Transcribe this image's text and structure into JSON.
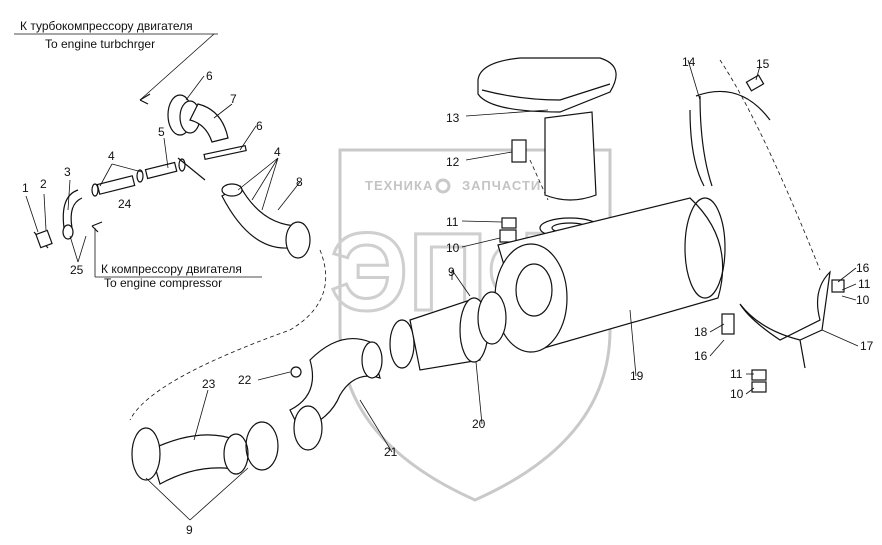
{
  "captions": {
    "turbo_ru": "К турбокомпрессору двигателя",
    "turbo_en": "To engine turbchrger",
    "comp_ru": "К компрессору двигателя",
    "comp_en": "To engine compressor"
  },
  "watermark": {
    "brand": "ТЕХНИКА",
    "brand2": "ЗАПЧАСТИ",
    "letters": "ЭПФ"
  },
  "callouts": [
    "1",
    "2",
    "3",
    "4",
    "5",
    "6",
    "7",
    "6",
    "4",
    "8",
    "24",
    "25",
    "9",
    "13",
    "12",
    "11",
    "10",
    "14",
    "15",
    "16",
    "11",
    "10",
    "17",
    "18",
    "16",
    "11",
    "10",
    "19",
    "20",
    "21",
    "22",
    "23",
    "9"
  ]
}
